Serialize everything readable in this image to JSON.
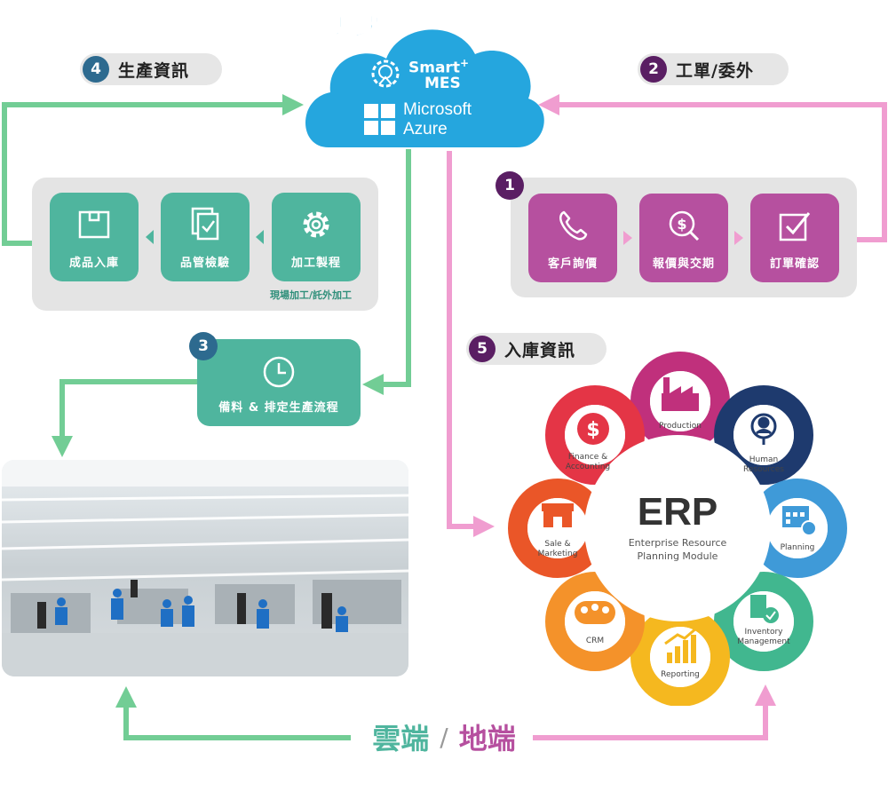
{
  "cloud": {
    "title": "雲端",
    "mes_line1": "Smart",
    "mes_plus": "+",
    "mes_line2": "MES",
    "azure_line1": "Microsoft",
    "azure_line2": "Azure"
  },
  "steps": {
    "s1": {
      "num": "1"
    },
    "s2": {
      "num": "2",
      "label": "工單/委外"
    },
    "s3": {
      "num": "3",
      "label": "備料 & 排定生產流程"
    },
    "s4": {
      "num": "4",
      "label": "生產資訊"
    },
    "s5": {
      "num": "5",
      "label": "入庫資訊"
    }
  },
  "production": {
    "tiles": [
      "成品入庫",
      "品管檢驗",
      "加工製程"
    ],
    "note": "現場加工/託外加工"
  },
  "order": {
    "tiles": [
      "客戶詢價",
      "報價與交期",
      "訂單確認"
    ]
  },
  "erp": {
    "title": "ERP",
    "subtitle_line1": "Enterprise Resource",
    "subtitle_line2": "Planning Module",
    "modules": [
      {
        "label": "Production",
        "icon": "factory-icon"
      },
      {
        "label": "Human\nResources",
        "icon": "person-search-icon"
      },
      {
        "label": "Planning",
        "icon": "calendar-clock-icon"
      },
      {
        "label": "Inventory\nManagement",
        "icon": "inventory-check-icon"
      },
      {
        "label": "Reporting",
        "icon": "bar-chart-icon"
      },
      {
        "label": "CRM",
        "icon": "people-group-icon"
      },
      {
        "label": "Sale &\nMarketing",
        "icon": "storefront-icon"
      },
      {
        "label": "Finance &\nAccounting",
        "icon": "dollar-icon"
      }
    ]
  },
  "footer": {
    "left": "雲端",
    "sep": "/",
    "right": "地端"
  },
  "colors": {
    "green": "#4fb59e",
    "arrow_green": "#72cd95",
    "purple": "#b6509f",
    "arrow_pink": "#f09dd0",
    "cloud_blue": "#25a6de",
    "badge_blue": "#2d6a8f",
    "badge_purple": "#5a1e63"
  }
}
